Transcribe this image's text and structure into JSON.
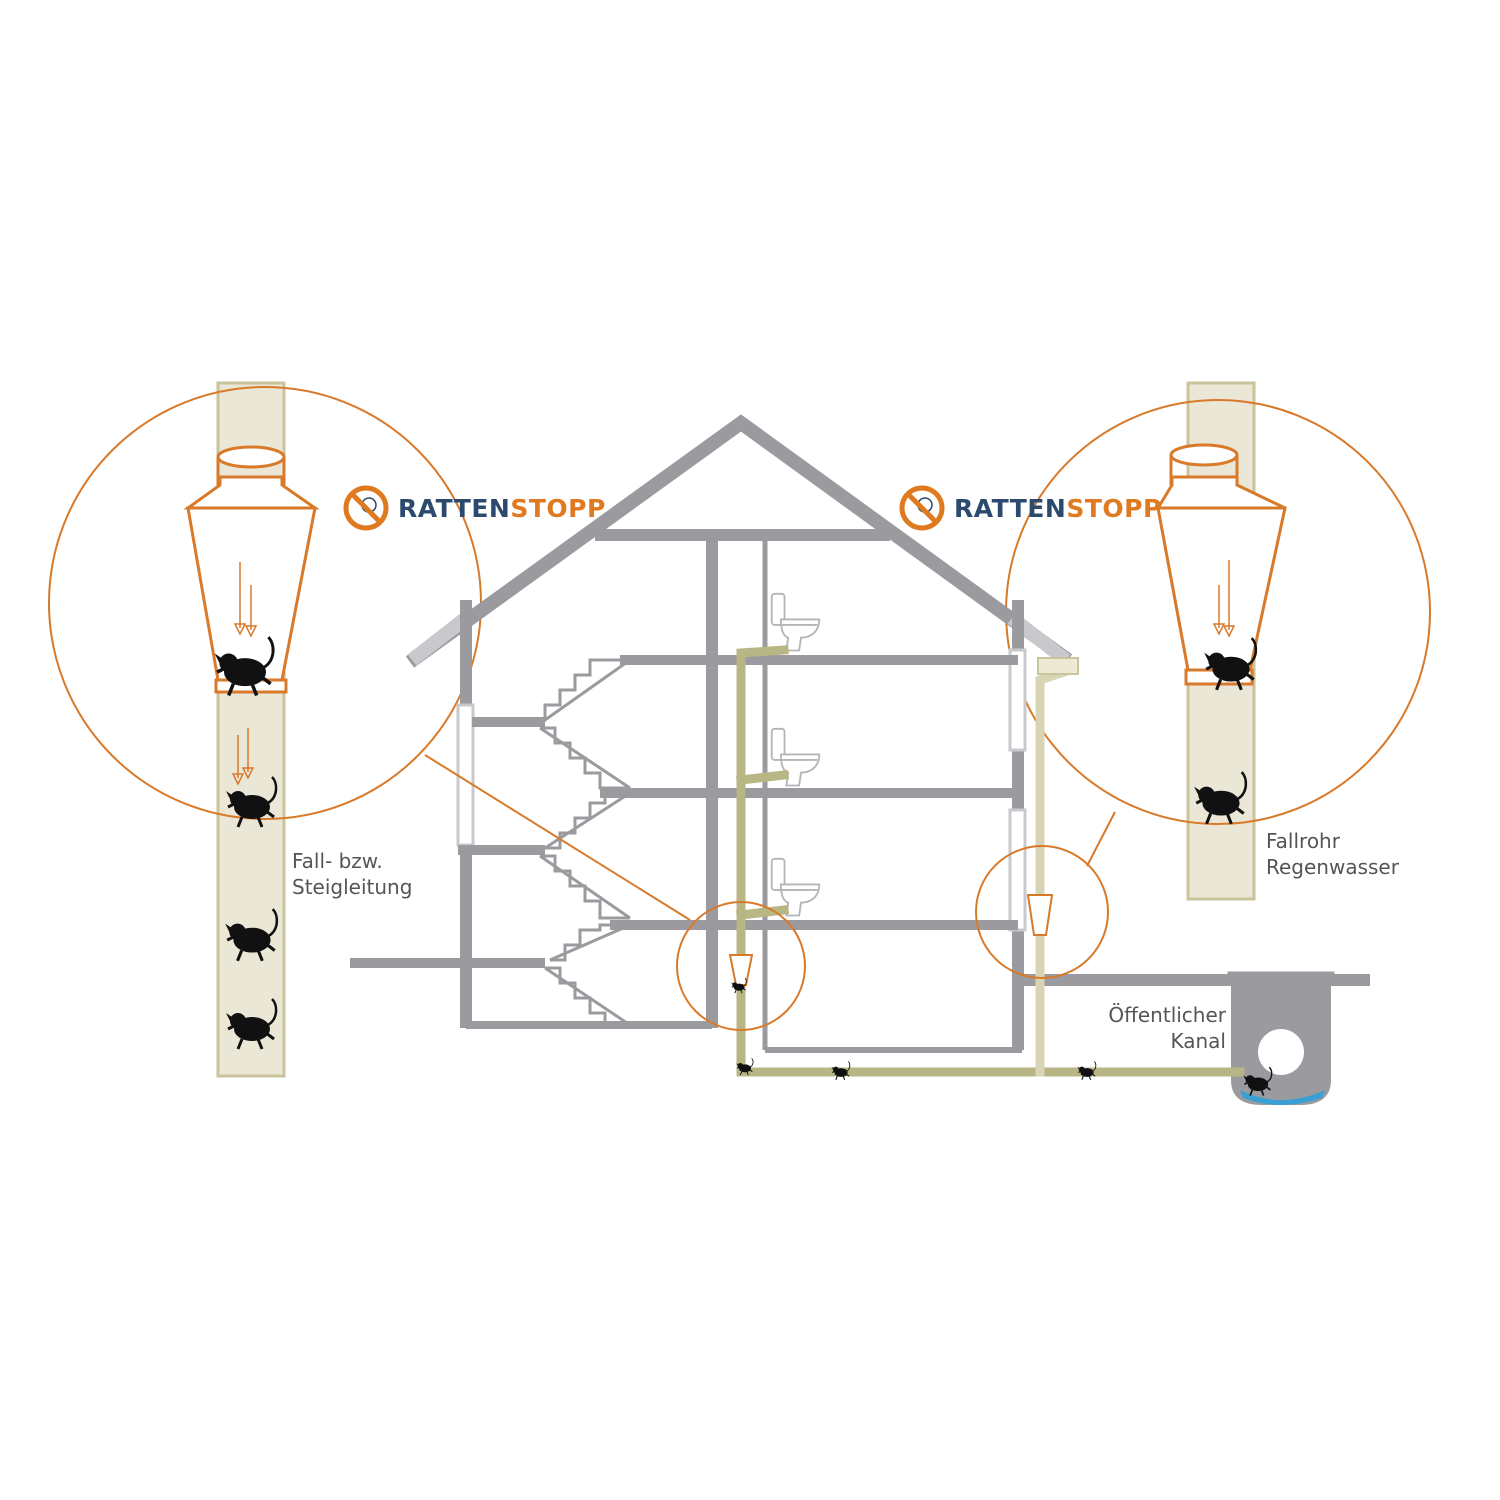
{
  "brand": {
    "name_part1": "RATTEN",
    "name_part2": "STOPP",
    "color_dark": "#2c4a6e",
    "color_orange": "#e07a20"
  },
  "labels": {
    "left_pipe": [
      "Fall- bzw.",
      "Steigleitung"
    ],
    "right_pipe": [
      "Fallrohr",
      "Regenwasser"
    ],
    "sewer": [
      "Öffentlicher",
      "Kanal"
    ]
  },
  "colors": {
    "building": "#9b9a9e",
    "pipe_fill": "#ebe7d6",
    "pipe_stroke": "#c9c49b",
    "pipe_green": "#b8b685",
    "circle": "#d9792a",
    "water": "#3aa0d4"
  },
  "icons": [
    "no-rat-icon",
    "rat-icon",
    "toilet-icon",
    "arrow-down-icon",
    "funnel-icon"
  ]
}
